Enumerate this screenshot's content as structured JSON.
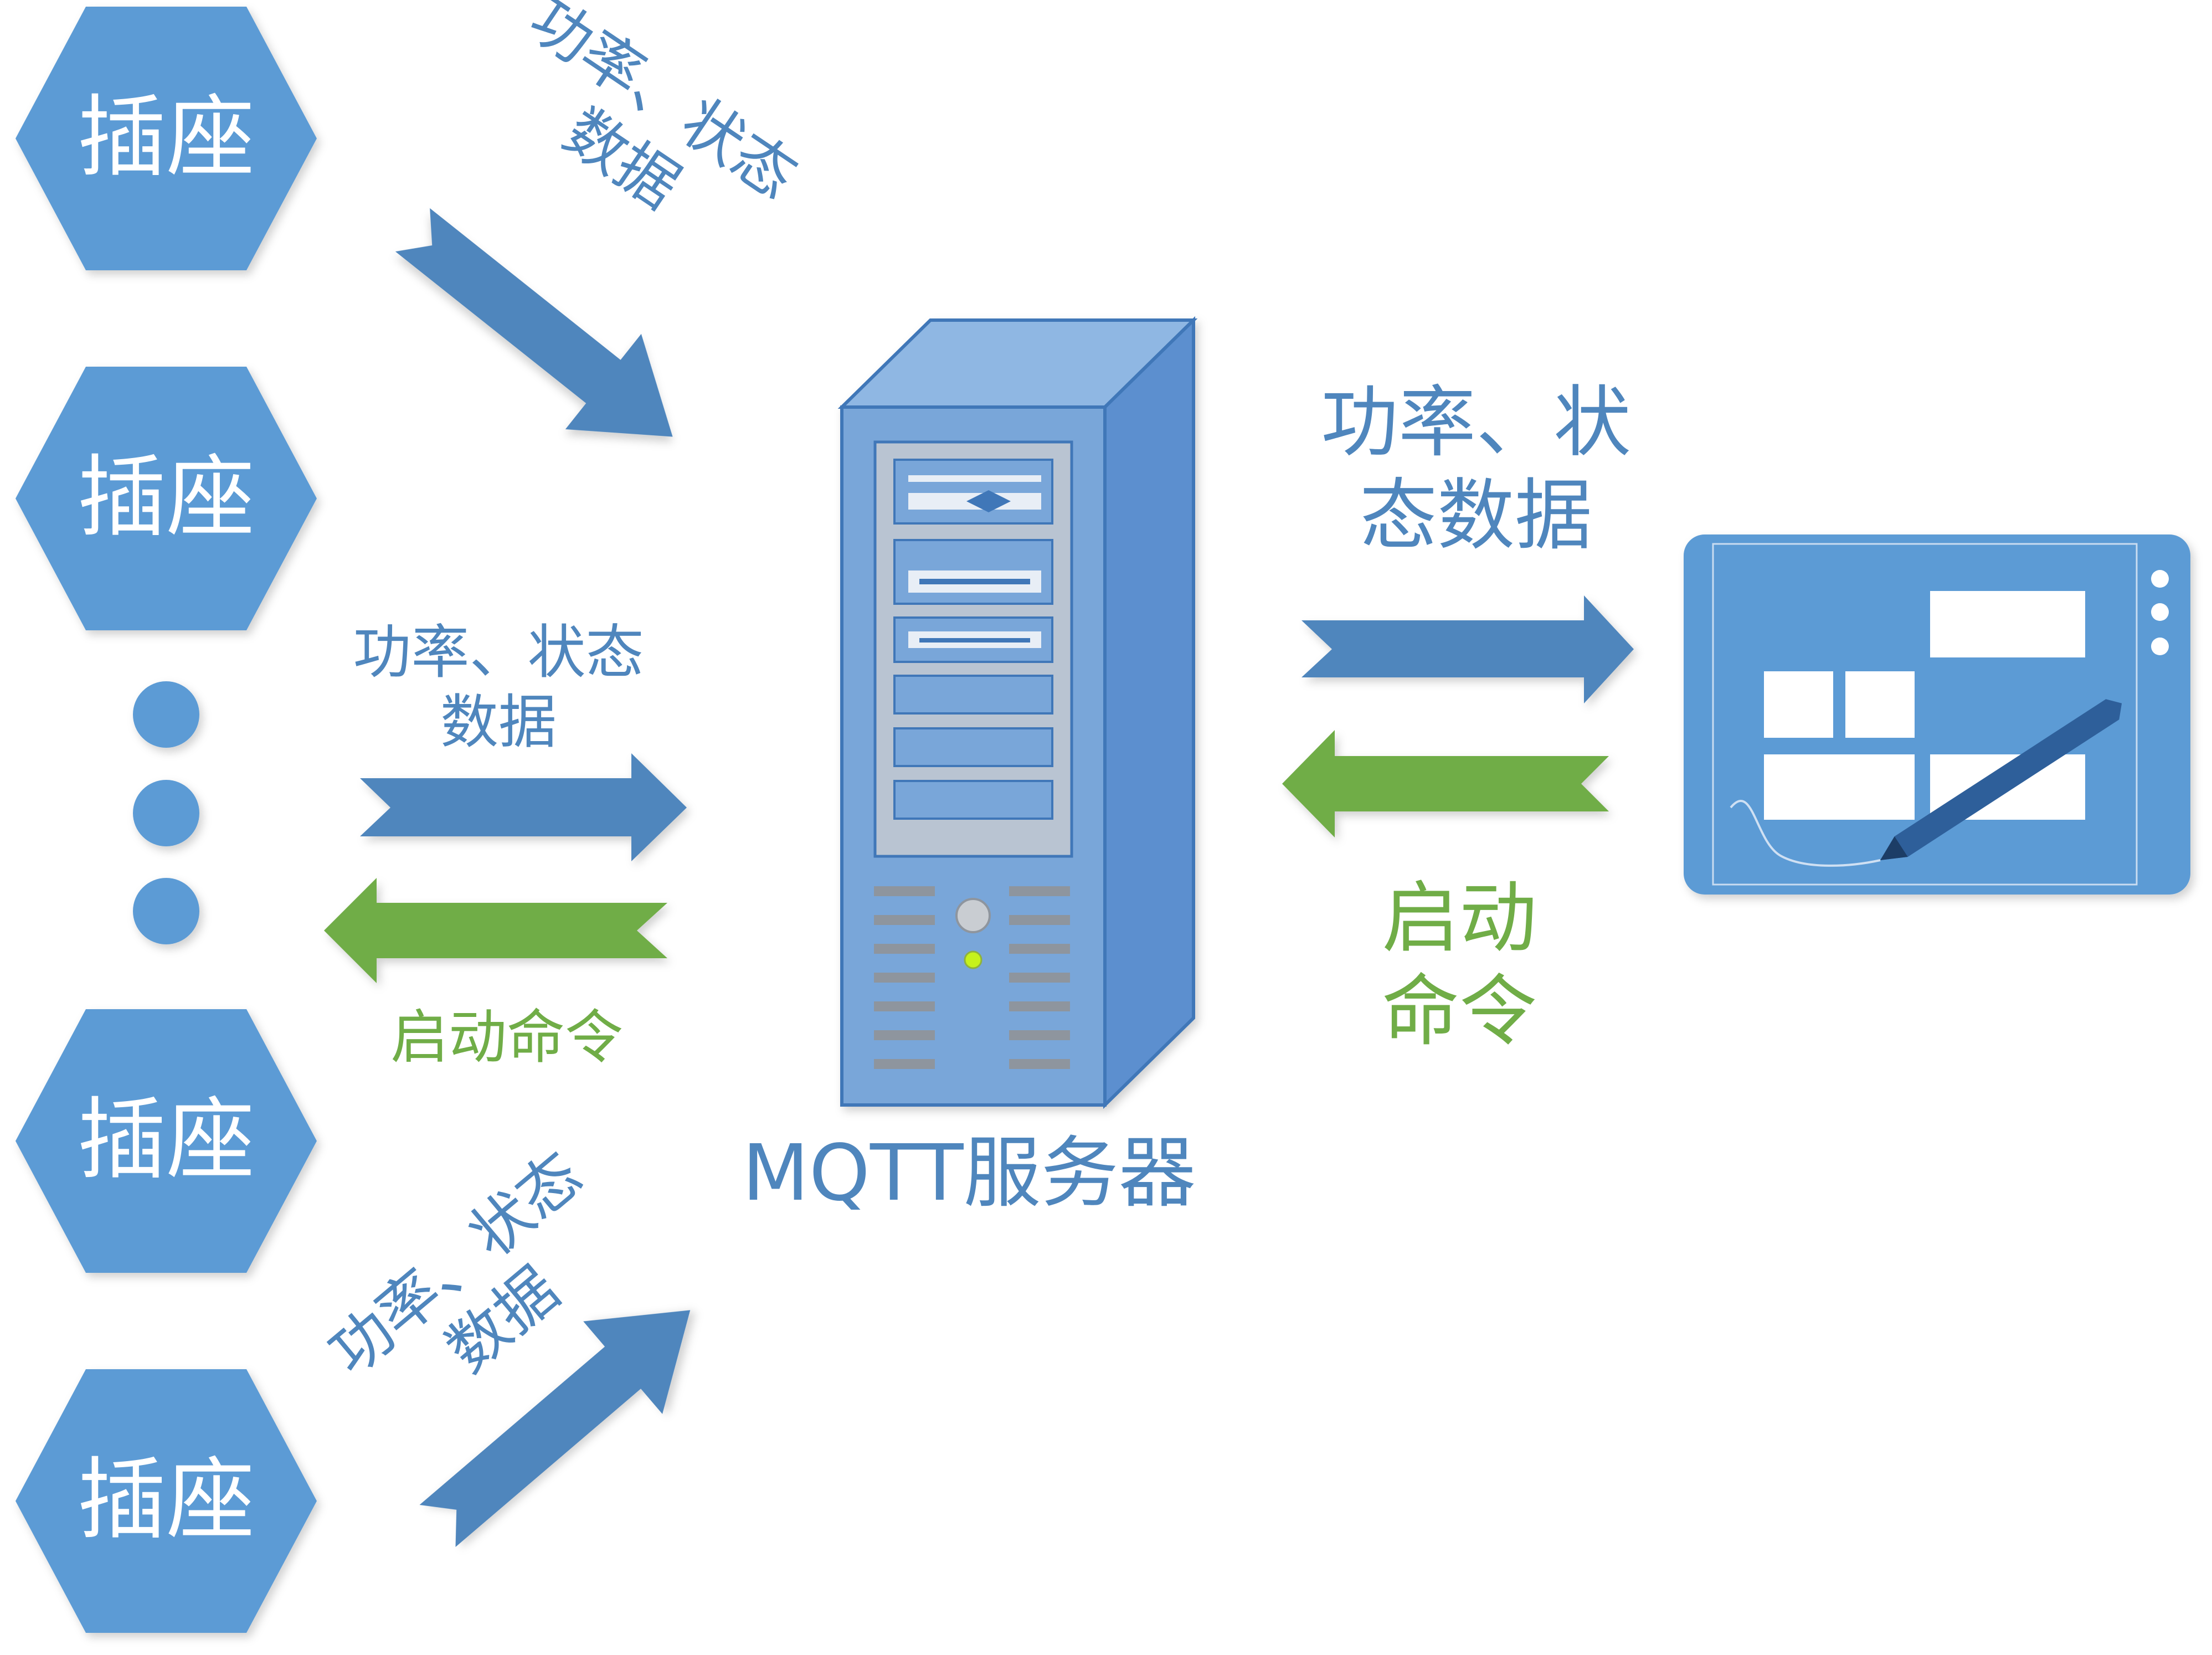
{
  "socket_label": "插座",
  "server_label": "MQTT服务器",
  "link_labels": {
    "top_line1": "功率、状态",
    "top_line2": "数据",
    "middle_line1": "功率、状态",
    "middle_line2": "数据",
    "middle_cmd": "启动命令",
    "bottom_line1": "功率、状态",
    "bottom_line2": "数据",
    "right_line1": "功率、状",
    "right_line2": "态数据",
    "right_cmd_line1": "启动",
    "right_cmd_line2": "命令"
  },
  "colors": {
    "hex_fill": "#5b9bd5",
    "data_arrow": "#4f86bd",
    "command_arrow": "#70ad47",
    "data_text": "#4f86bd",
    "command_text": "#70ad47",
    "server_body": "#79a6d9",
    "server_side": "#5b8fcf",
    "server_outline": "#3f77b8",
    "tablet_fill": "#5b9bd5"
  },
  "icons": [
    "socket-hexagon",
    "server-tower-icon",
    "tablet-stylus-icon",
    "ellipsis-dots"
  ]
}
